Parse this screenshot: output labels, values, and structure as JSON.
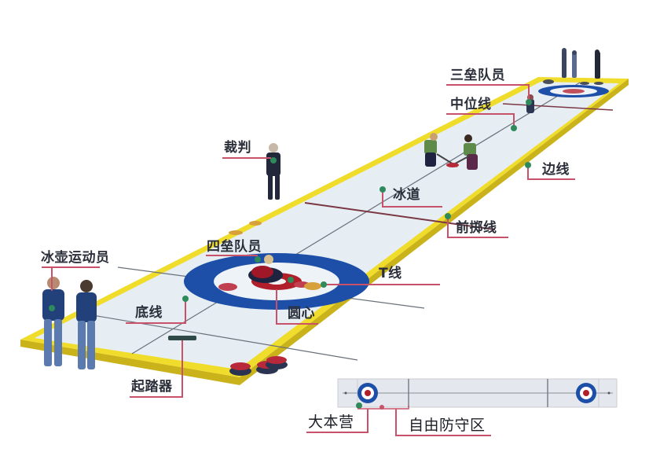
{
  "diagram": {
    "subject": "Curling sheet layout",
    "colors": {
      "ice": "#e6eef4",
      "border": "#f0dc2a",
      "border_shadow": "#c9b21a",
      "house_blue": "#1d4fa8",
      "house_red": "#b01f2a",
      "leader_line": "#c8526a",
      "marker_dot": "#2e8a5a",
      "line_dark": "#5a5f68",
      "label_text": "#2b2f3a"
    },
    "labels": {
      "third": "三垒队员",
      "centerline": "中位线",
      "referee": "裁判",
      "sideline": "边线",
      "sheet": "冰道",
      "hogline": "前掷线",
      "curler": "冰壶运动员",
      "skip": "四垒队员",
      "tline": "T线",
      "backline": "底线",
      "button": "圆心",
      "hack": "起踏器",
      "house": "大本营",
      "free_guard_zone": "自由防守区"
    }
  }
}
